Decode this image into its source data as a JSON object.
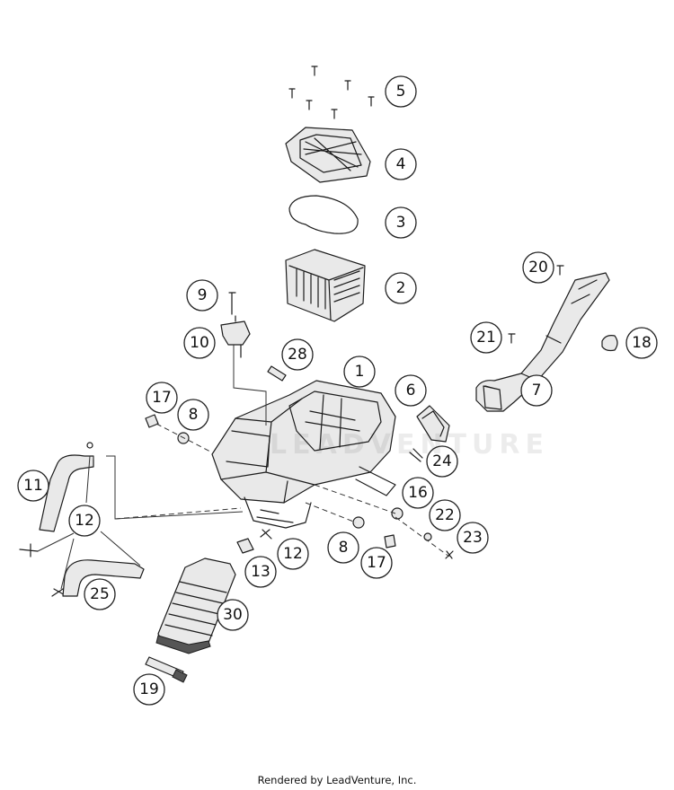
{
  "footer": {
    "text": "Rendered by LeadVenture, Inc."
  },
  "watermark": {
    "text": "LEADVENTURE"
  },
  "colors": {
    "line": "#1c1c1c",
    "fill": "#e9e9e9",
    "background": "#ffffff"
  },
  "callouts": [
    {
      "id": "c5",
      "label": "5"
    },
    {
      "id": "c4",
      "label": "4"
    },
    {
      "id": "c3",
      "label": "3"
    },
    {
      "id": "c2",
      "label": "2"
    },
    {
      "id": "c9",
      "label": "9"
    },
    {
      "id": "c10",
      "label": "10"
    },
    {
      "id": "c28",
      "label": "28"
    },
    {
      "id": "c1",
      "label": "1"
    },
    {
      "id": "c6",
      "label": "6"
    },
    {
      "id": "c17a",
      "label": "17"
    },
    {
      "id": "c8a",
      "label": "8"
    },
    {
      "id": "c24",
      "label": "24"
    },
    {
      "id": "c11",
      "label": "11"
    },
    {
      "id": "c12a",
      "label": "12"
    },
    {
      "id": "c16",
      "label": "16"
    },
    {
      "id": "c22",
      "label": "22"
    },
    {
      "id": "c23",
      "label": "23"
    },
    {
      "id": "c8b",
      "label": "8"
    },
    {
      "id": "c17b",
      "label": "17"
    },
    {
      "id": "c13",
      "label": "13"
    },
    {
      "id": "c12b",
      "label": "12"
    },
    {
      "id": "c25",
      "label": "25"
    },
    {
      "id": "c30",
      "label": "30"
    },
    {
      "id": "c19",
      "label": "19"
    },
    {
      "id": "c20",
      "label": "20"
    },
    {
      "id": "c21",
      "label": "21"
    },
    {
      "id": "c18",
      "label": "18"
    },
    {
      "id": "c7",
      "label": "7"
    }
  ]
}
